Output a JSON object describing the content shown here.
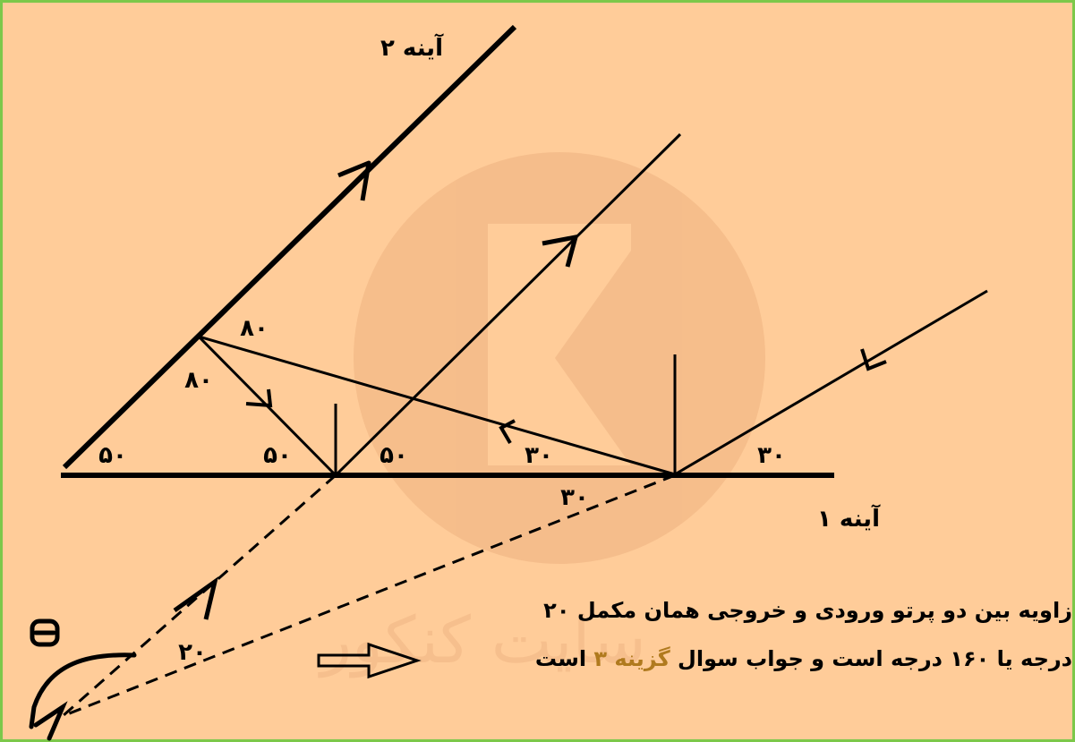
{
  "mirrors": {
    "mirror1_label": "آینه ۱",
    "mirror2_label": "آینه ۲"
  },
  "angles": {
    "top_80": "۸۰",
    "left_80": "۸۰",
    "corner_50": "۵۰",
    "mid_left_50": "۵۰",
    "mid_right_50": "۵۰",
    "ray_30": "۳۰",
    "right_30": "۳۰",
    "below_30": "۳۰",
    "bottom_20": "۲۰"
  },
  "explanation": {
    "line1": "زاویه بین دو پرتو ورودی و خروجی همان مکمل ۲۰",
    "line2_part1": "درجه یا ۱۶۰ درجه است و جواب سوال ",
    "line2_highlight": "گزینه ۳",
    "line2_part3": " است"
  },
  "watermark_text": "سایت کنکور",
  "colors": {
    "background": "#ffcc99",
    "border": "#7cc84a",
    "ink": "#000000",
    "highlight": "#b07a1e"
  }
}
